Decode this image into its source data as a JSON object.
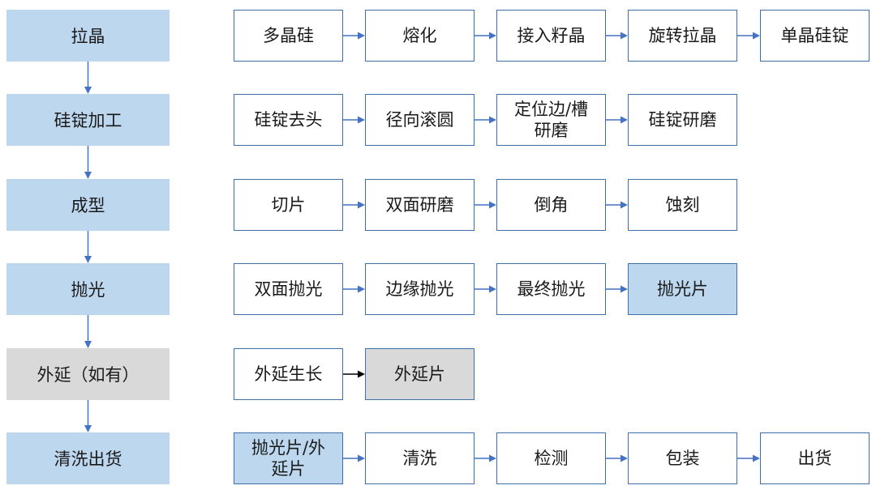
{
  "colors": {
    "stage_fill": "#bdd7ee",
    "stage_fill_grey": "#d9d9d9",
    "box_border": "#3f6fa8",
    "box_fill": "#ffffff",
    "highlight_fill": "#bdd7ee",
    "grey_fill": "#d9d9d9",
    "arrow_blue": "#4472c4",
    "arrow_black": "#000000"
  },
  "rows": [
    {
      "stage": "拉晶",
      "stage_style": "blue",
      "steps": [
        {
          "label": "多晶硅",
          "style": "white"
        },
        {
          "label": "熔化",
          "style": "white"
        },
        {
          "label": "接入籽晶",
          "style": "white"
        },
        {
          "label": "旋转拉晶",
          "style": "white"
        },
        {
          "label": "单晶硅锭",
          "style": "white"
        }
      ],
      "arrow_color": "blue"
    },
    {
      "stage": "硅锭加工",
      "stage_style": "blue",
      "steps": [
        {
          "label": "硅锭去头",
          "style": "white"
        },
        {
          "label": "径向滚圆",
          "style": "white"
        },
        {
          "label": "定位边/槽\n研磨",
          "style": "white"
        },
        {
          "label": "硅锭研磨",
          "style": "white"
        }
      ],
      "arrow_color": "blue"
    },
    {
      "stage": "成型",
      "stage_style": "blue",
      "steps": [
        {
          "label": "切片",
          "style": "white"
        },
        {
          "label": "双面研磨",
          "style": "white"
        },
        {
          "label": "倒角",
          "style": "white"
        },
        {
          "label": "蚀刻",
          "style": "white"
        }
      ],
      "arrow_color": "blue"
    },
    {
      "stage": "抛光",
      "stage_style": "blue",
      "steps": [
        {
          "label": "双面抛光",
          "style": "white"
        },
        {
          "label": "边缘抛光",
          "style": "white"
        },
        {
          "label": "最终抛光",
          "style": "white"
        },
        {
          "label": "抛光片",
          "style": "blue"
        }
      ],
      "arrow_color": "blue"
    },
    {
      "stage": "外延（如有）",
      "stage_style": "grey",
      "steps": [
        {
          "label": "外延生长",
          "style": "white"
        },
        {
          "label": "外延片",
          "style": "grey"
        }
      ],
      "arrow_color": "black"
    },
    {
      "stage": "清洗出货",
      "stage_style": "blue",
      "steps": [
        {
          "label": "抛光片/外\n延片",
          "style": "blue"
        },
        {
          "label": "清洗",
          "style": "white"
        },
        {
          "label": "检测",
          "style": "white"
        },
        {
          "label": "包装",
          "style": "white"
        },
        {
          "label": "出货",
          "style": "white"
        }
      ],
      "arrow_color": "blue"
    }
  ]
}
